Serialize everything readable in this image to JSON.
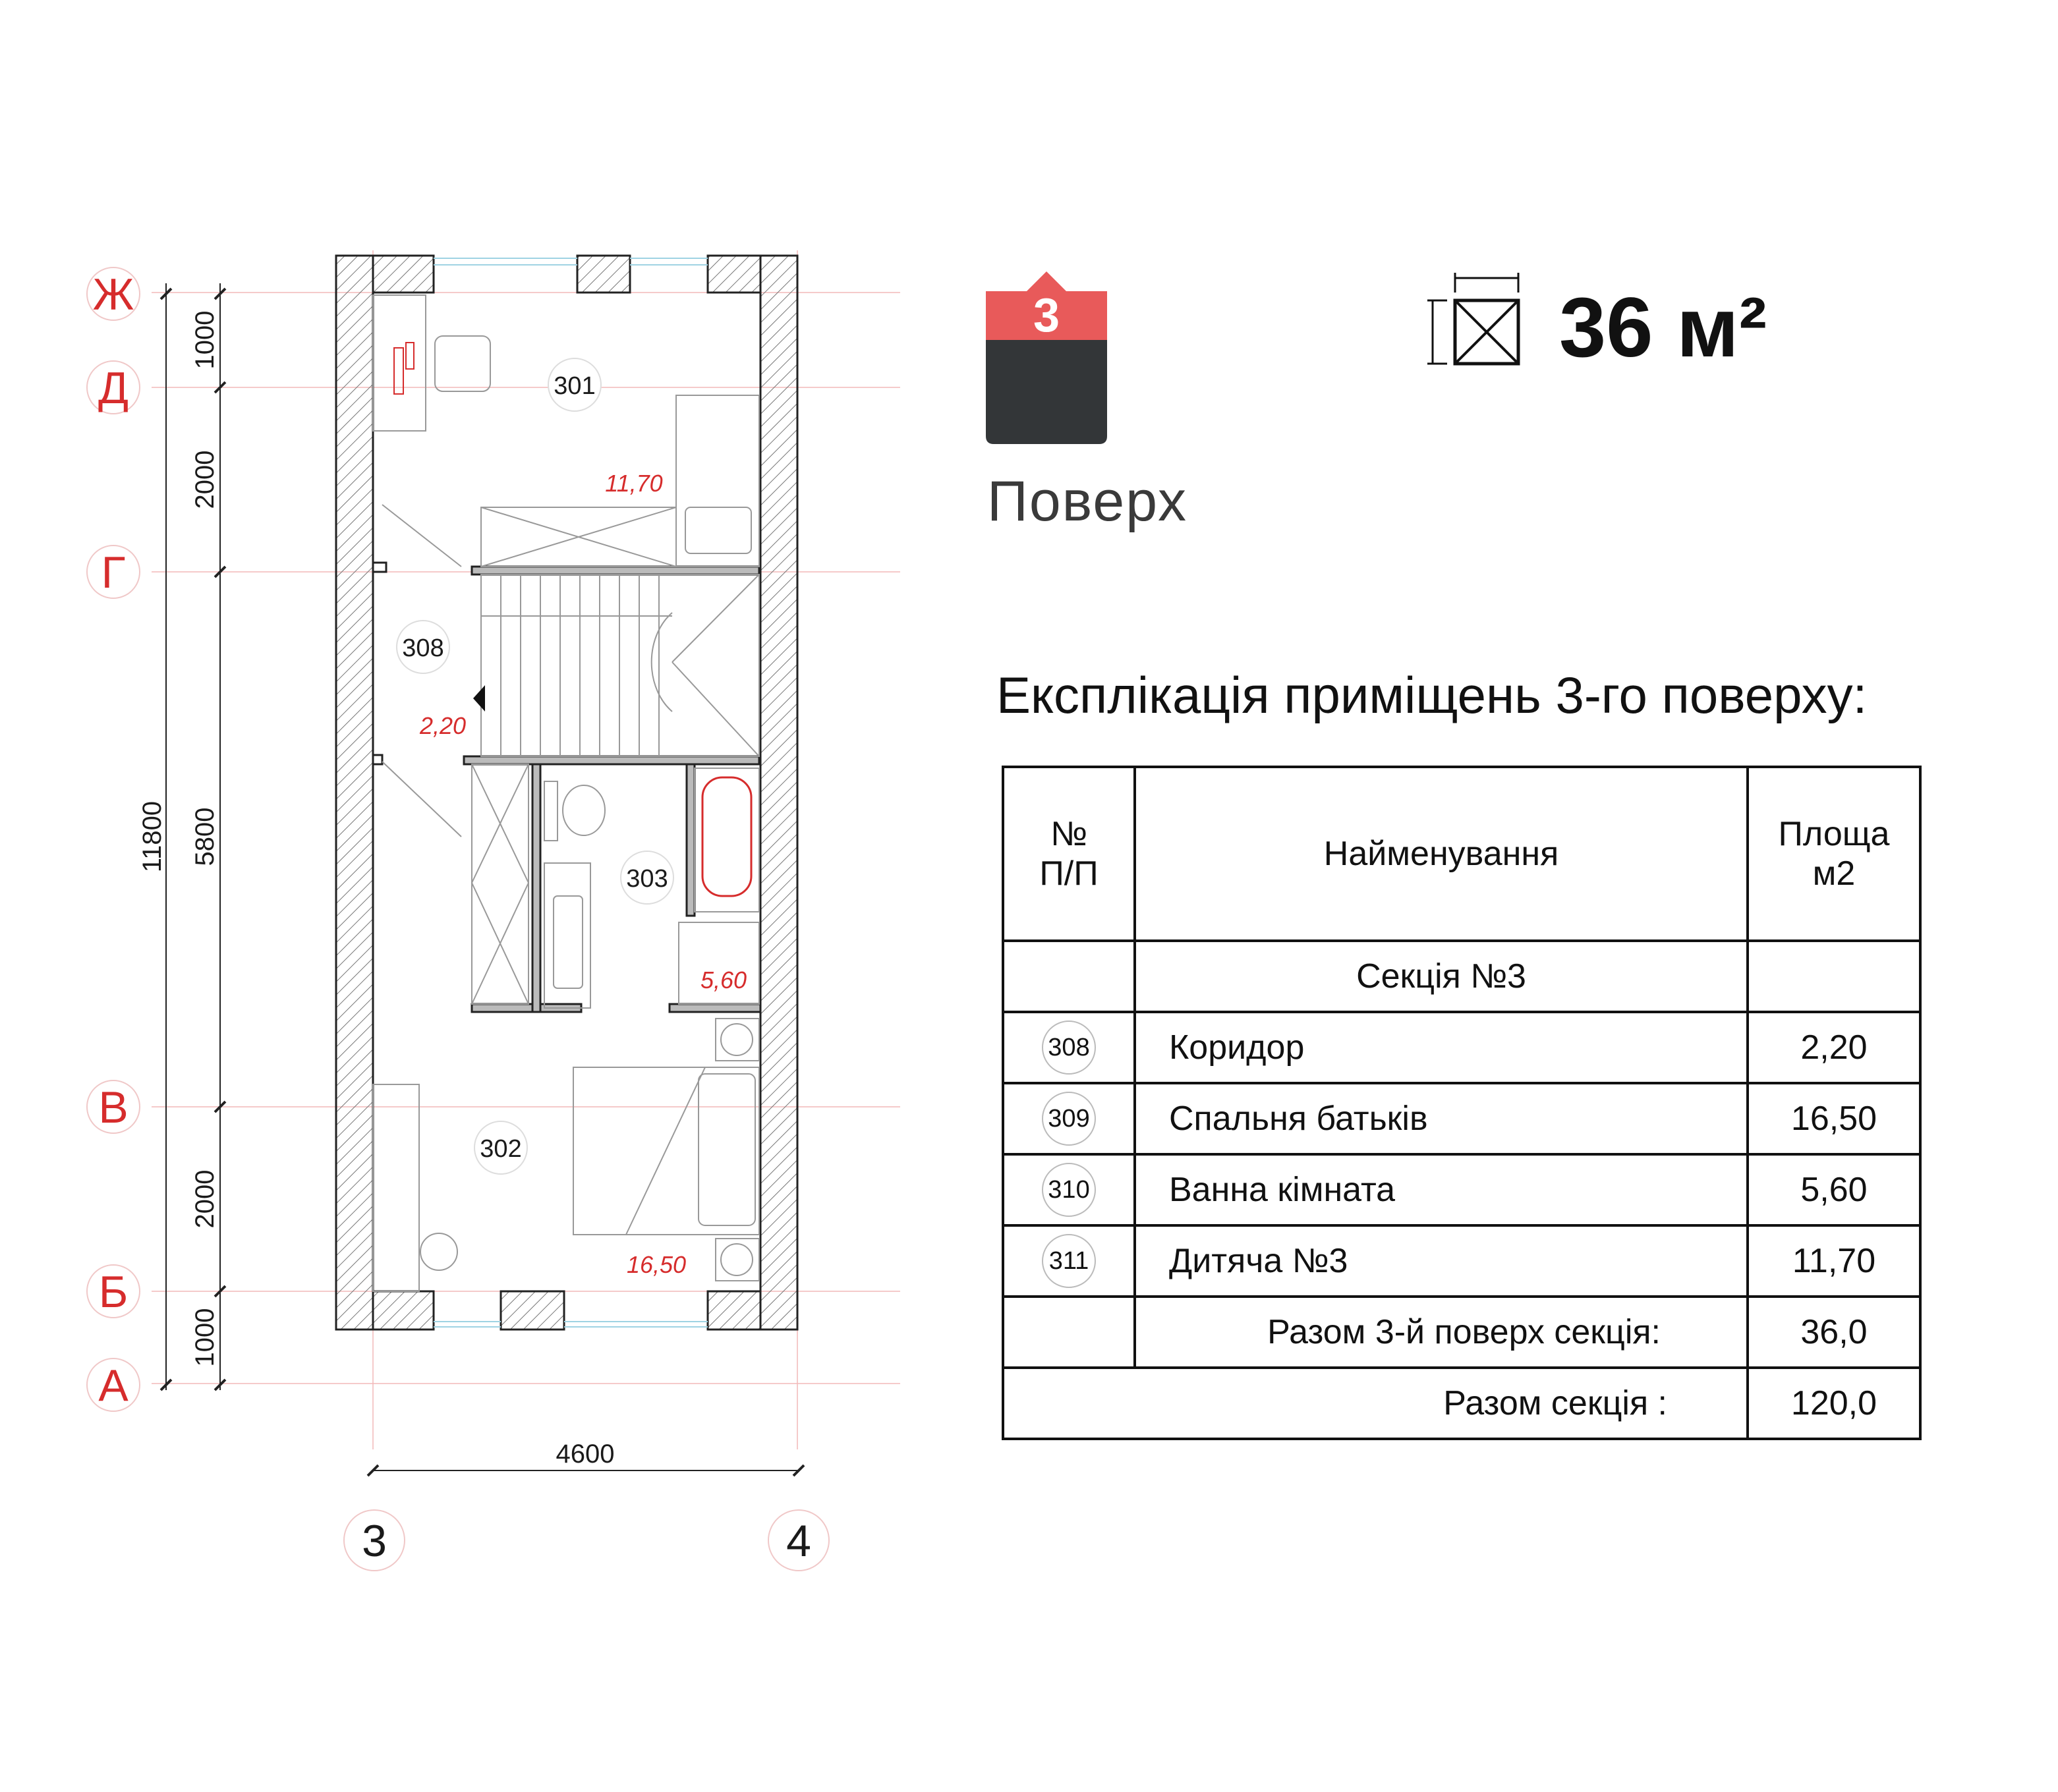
{
  "axes_rows": [
    "Ж",
    "Д",
    "Г",
    "В",
    "Б",
    "А"
  ],
  "axes_cols": [
    "3",
    "4"
  ],
  "dimensions": {
    "overall_vertical": "11800",
    "vertical_segments": [
      "1000",
      "2000",
      "5800",
      "2000",
      "1000"
    ],
    "horizontal": "4600"
  },
  "rooms": [
    {
      "num": "301",
      "area": "11,70"
    },
    {
      "num": "308",
      "area": "2,20"
    },
    {
      "num": "303",
      "area": "5,60"
    },
    {
      "num": "302",
      "area": "16,50"
    }
  ],
  "floor_badge": {
    "number": "3",
    "label": "Поверх"
  },
  "total_area": "36 м²",
  "explication": {
    "title": "Експлікація приміщень 3-го поверху:",
    "headers": {
      "num": "№\nП/П",
      "name": "Найменування",
      "area": "Площа\nм2"
    },
    "section": "Секція №3",
    "rows": [
      {
        "num": "308",
        "name": "Коридор",
        "area": "2,20"
      },
      {
        "num": "309",
        "name": "Спальня батьків",
        "area": "16,50"
      },
      {
        "num": "310",
        "name": "Ванна кімната",
        "area": "5,60"
      },
      {
        "num": "311",
        "name": "Дитяча №3",
        "area": "11,70"
      }
    ],
    "floor_total_label": "Разом 3-й поверх секція:",
    "floor_total_value": "36,0",
    "section_total_label": "Разом секція :",
    "section_total_value": "120,0"
  },
  "colors": {
    "accent": "#e85a5a",
    "dark": "#333638",
    "axis_red": "#d62c2c"
  }
}
